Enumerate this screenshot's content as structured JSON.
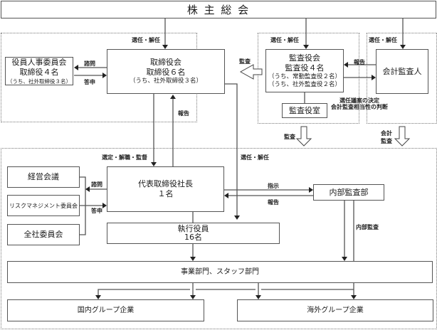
{
  "title": "株 主 総 会",
  "boards": {
    "nomination_committee": {
      "line1": "役員人事委員会",
      "line2": "取締役４名",
      "line3": "（うち、社外取締役３名）"
    },
    "board_of_directors": {
      "line1": "取締役会",
      "line2": "取締役６名",
      "line3": "（うち、社外取締役３名）"
    },
    "audit_board": {
      "line1": "監査役会",
      "line2": "監査役４名",
      "line3": "（うち、常勤監査役２名）",
      "line4": "（うち、社外監査役２名）"
    },
    "audit_office": {
      "label": "監査役室"
    },
    "accounting_auditor": {
      "label": "会計監査人"
    },
    "president": {
      "line1": "代表取締役社長",
      "line2": "１名"
    },
    "management_meeting": {
      "label": "経営会議"
    },
    "risk_committee": {
      "label": "リスクマネジメント委員会"
    },
    "company_committee": {
      "label": "全社委員会"
    },
    "executive_officers": {
      "line1": "執行役員",
      "line2": "16名"
    },
    "internal_audit": {
      "label": "内部監査部"
    },
    "business_divisions": {
      "label": "事業部門、スタッフ部門"
    },
    "domestic_group": {
      "label": "国内グループ企業"
    },
    "overseas_group": {
      "label": "海外グループ企業"
    }
  },
  "labels": {
    "appoint_dismiss_1": "選任・解任",
    "appoint_dismiss_2": "選任・解任",
    "appoint_dismiss_3": "選任・解任",
    "appoint_dismiss_4": "選任・解任",
    "consult_1": "諮問",
    "report_answer_1": "答申",
    "audit_left": "監査",
    "report_1": "報告",
    "report_2": "報告",
    "report_3": "報告",
    "auditor_decision_1": "選任議案の決定",
    "auditor_decision_2": "会計監査相当性の判断",
    "audit_down": "監査",
    "accounting_audit_1": "会計",
    "accounting_audit_2": "監査",
    "select_dismiss_supervise": "選定・解職・監督",
    "consult_2": "諮問",
    "report_answer_2": "答申",
    "instruct": "指示",
    "internal_audit_label": "内部監査"
  }
}
